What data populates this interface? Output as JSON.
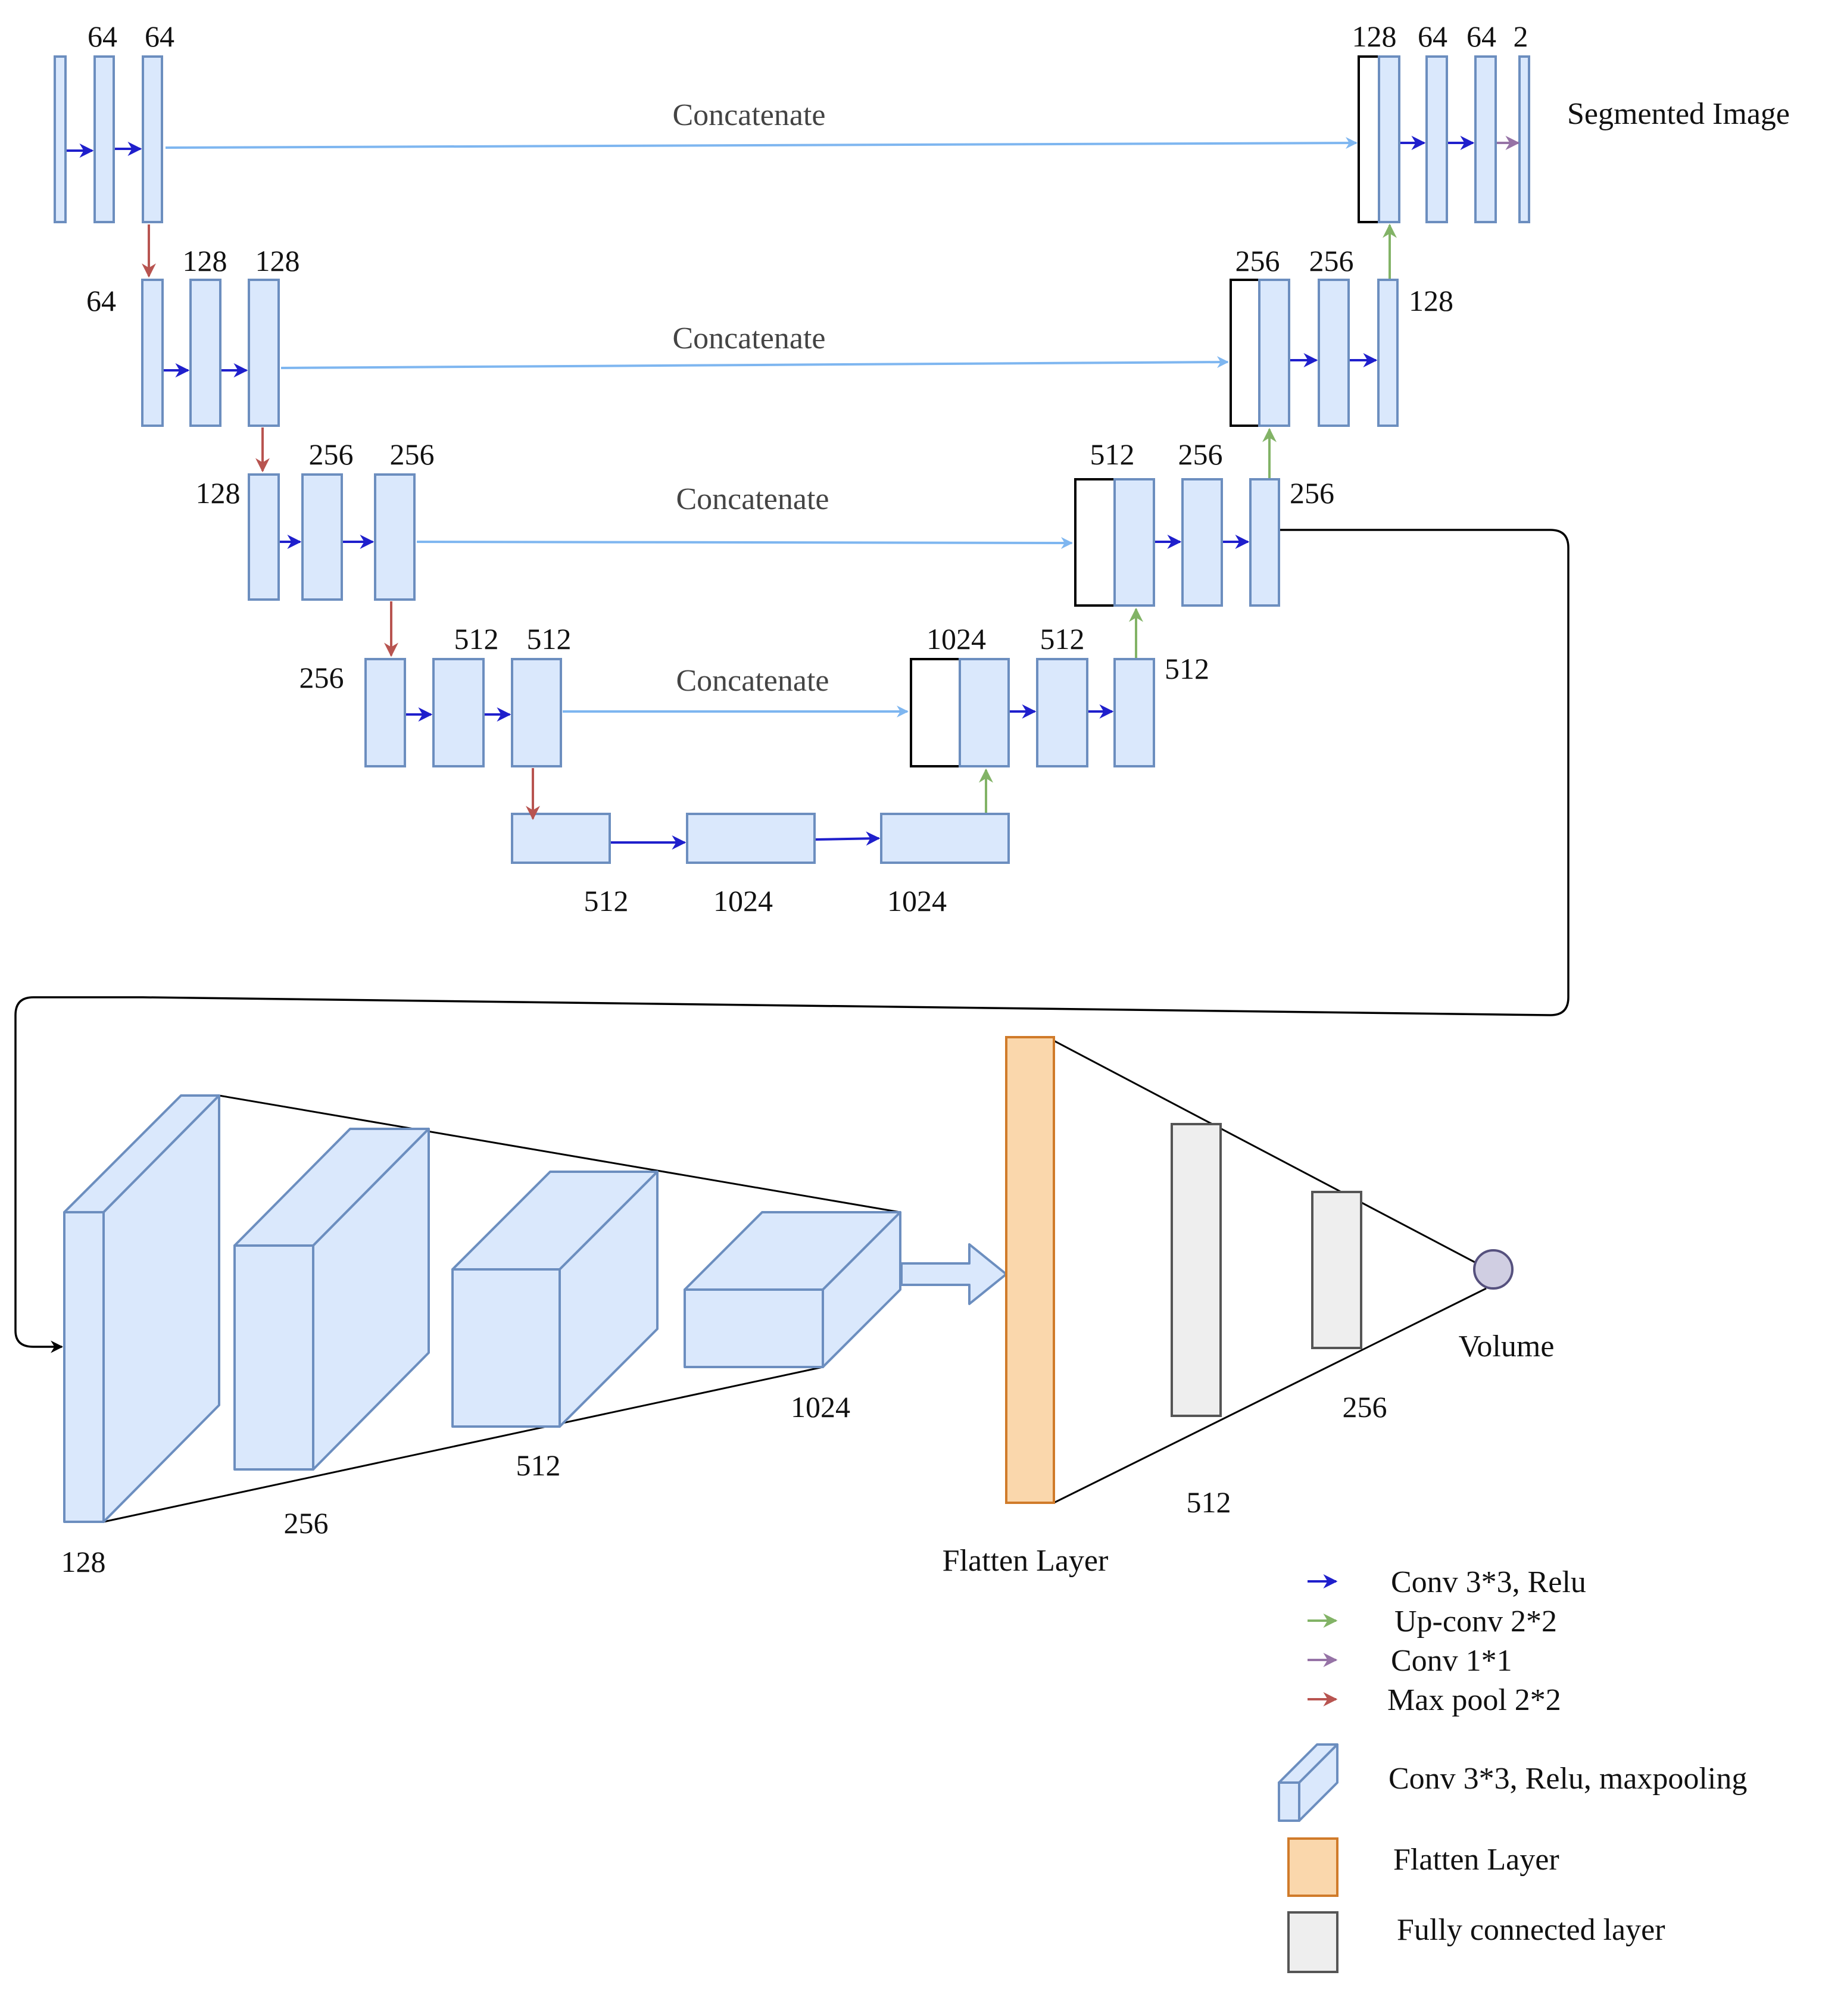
{
  "colors": {
    "block_fill": "#dae8fc",
    "block_stroke": "#6c8ebf",
    "conv_arrow": "#1f1fcc",
    "upconv_arrow": "#82b366",
    "conv1_arrow": "#9673a6",
    "maxpool_arrow": "#b85450",
    "concat_arrow": "#7eb6f0",
    "flatten_fill": "#fad7ac",
    "flatten_stroke": "#d07b2a",
    "fc_fill": "#eeeeee",
    "fc_stroke": "#555555",
    "output_node_fill": "#d0cee2",
    "output_node_stroke": "#56517e"
  },
  "unet": {
    "concatenate_label": "Concatenate",
    "segmented_image_label": "Segmented Image",
    "level1": {
      "enc_top": [
        "64",
        "64"
      ],
      "dec_top": [
        "128",
        "64",
        "64",
        "2"
      ]
    },
    "level2": {
      "side_left": "64",
      "enc_top": [
        "128",
        "128"
      ],
      "dec_top": [
        "256",
        "256"
      ],
      "side_right": "128"
    },
    "level3": {
      "side_left": "128",
      "enc_top": [
        "256",
        "256"
      ],
      "dec_top": [
        "512",
        "256"
      ],
      "side_right": "256"
    },
    "level4": {
      "side_left": "256",
      "enc_top": [
        "512",
        "512"
      ],
      "dec_top": [
        "1024",
        "512"
      ],
      "side_right": "512"
    },
    "bottleneck": [
      "512",
      "1024",
      "1024"
    ]
  },
  "regressor": {
    "block_labels": [
      "128",
      "256",
      "512",
      "1024"
    ],
    "flatten_label": "Flatten Layer",
    "fc_labels": [
      "512",
      "256"
    ],
    "output_label": "Volume"
  },
  "legend": {
    "conv_relu": "Conv 3*3, Relu",
    "upconv": "Up-conv 2*2",
    "conv1": "Conv 1*1",
    "maxpool": "Max pool 2*2",
    "conv_block": "Conv 3*3, Relu, maxpooling",
    "flatten": "Flatten Layer",
    "fc": "Fully connected layer"
  }
}
